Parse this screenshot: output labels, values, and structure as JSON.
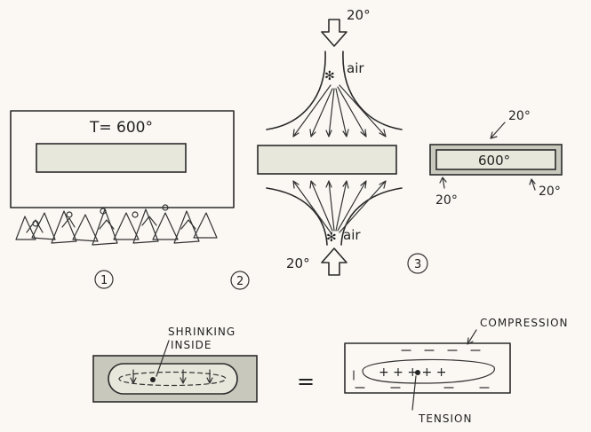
{
  "furnace": {
    "temperature_label": "T= 600°"
  },
  "quench": {
    "top_temp": "20°",
    "top_air": "air",
    "bottom_air": "air",
    "bottom_temp": "20°"
  },
  "cooled": {
    "center_temp": "600°",
    "top_right_temp": "20°",
    "bottom_left_temp": "20°",
    "bottom_right_temp": "20°"
  },
  "steps": [
    "1",
    "2",
    "3"
  ],
  "stress": {
    "shrinking_line1": "SHRINKING",
    "shrinking_line2": "INSIDE",
    "equals": "=",
    "compression": "COMPRESSION",
    "tension": "TENSION"
  }
}
